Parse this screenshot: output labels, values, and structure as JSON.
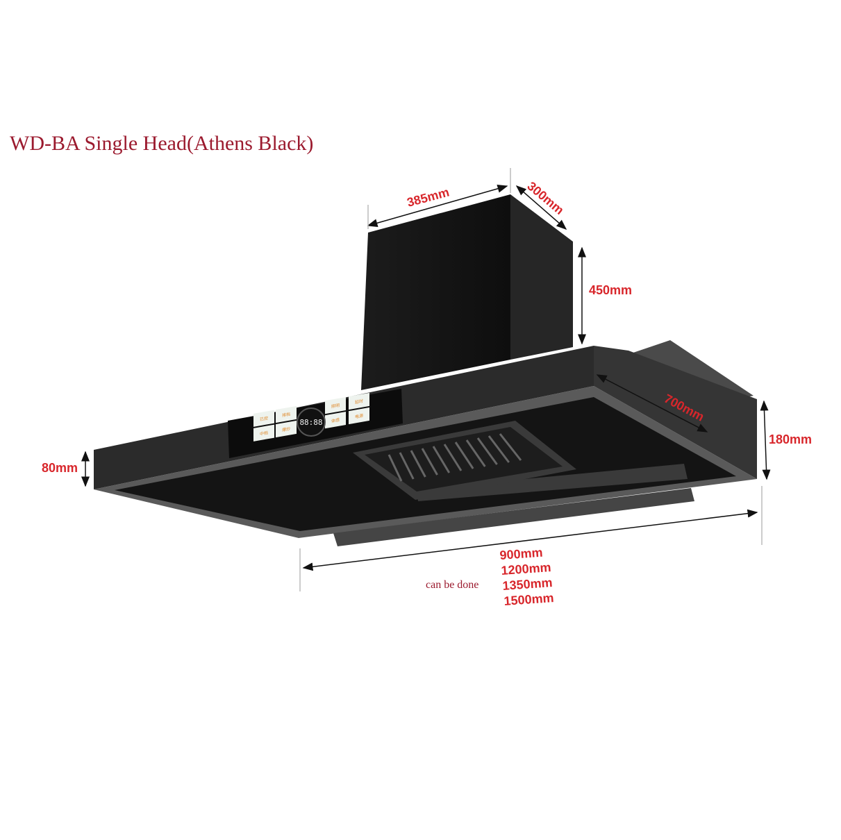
{
  "title": "WD-BA Single Head(Athens Black)",
  "dimensions": {
    "chimney_width": "385mm",
    "chimney_depth": "300mm",
    "chimney_height": "450mm",
    "hood_depth": "700mm",
    "hood_height": "180mm",
    "front_edge_height": "80mm",
    "lengths": [
      "900mm",
      "1200mm",
      "1350mm",
      "1500mm"
    ],
    "lengths_note": "can be done"
  },
  "control_panel": {
    "display": "88:88",
    "buttons": [
      "已控",
      "排档",
      "照明",
      "延时",
      "中档",
      "爆炒",
      "体感",
      "电源"
    ]
  },
  "colors": {
    "title": "#9b1a2e",
    "dimension": "#d8262b",
    "body": "#2b2b2b"
  }
}
